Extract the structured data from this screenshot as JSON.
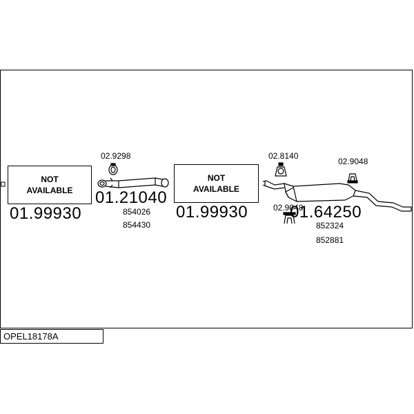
{
  "diagram": {
    "reference": "OPEL18178A",
    "parts": [
      {
        "id": "section-1",
        "status_line1": "NOT",
        "status_line2": "AVAILABLE",
        "part_number": "01.99930"
      },
      {
        "id": "section-2",
        "part_number": "01.21040",
        "oe_numbers": [
          "854026",
          "854430"
        ],
        "clamp_number": "02.9298"
      },
      {
        "id": "section-3",
        "status_line1": "NOT",
        "status_line2": "AVAILABLE",
        "part_number": "01.99930"
      },
      {
        "id": "section-4",
        "part_number": "01.64250",
        "oe_numbers": [
          "852324",
          "852881"
        ],
        "accessories": [
          "02.8140",
          "02.9048",
          "02.9048"
        ]
      }
    ]
  }
}
